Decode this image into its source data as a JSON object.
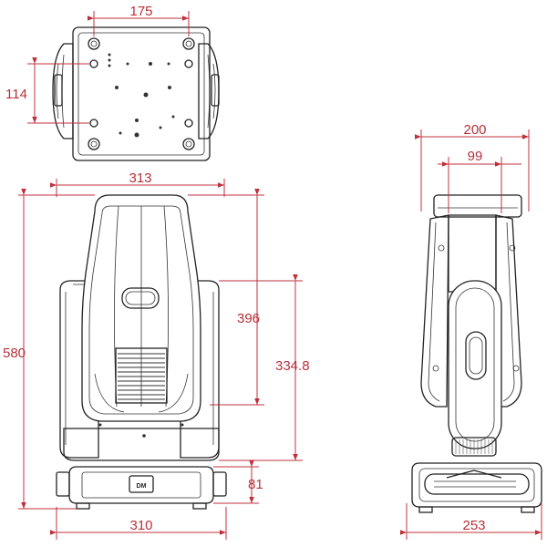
{
  "dimensions": {
    "top_view_hole_spacing_horizontal": "175",
    "top_view_hole_spacing_vertical": "114",
    "front_head_width": "313",
    "front_total_height": "580",
    "front_yoke_arm_height": "396",
    "front_pan_axis_height": "334.8",
    "front_base_height": "81",
    "front_base_width": "310",
    "side_head_width": "200",
    "side_inner_width": "99",
    "side_base_width": "253"
  },
  "base_label": "DM",
  "colors": {
    "dimension_lines": "#c0303c",
    "dimension_text": "#b8303a",
    "outline": "#222222",
    "background": "#ffffff"
  }
}
